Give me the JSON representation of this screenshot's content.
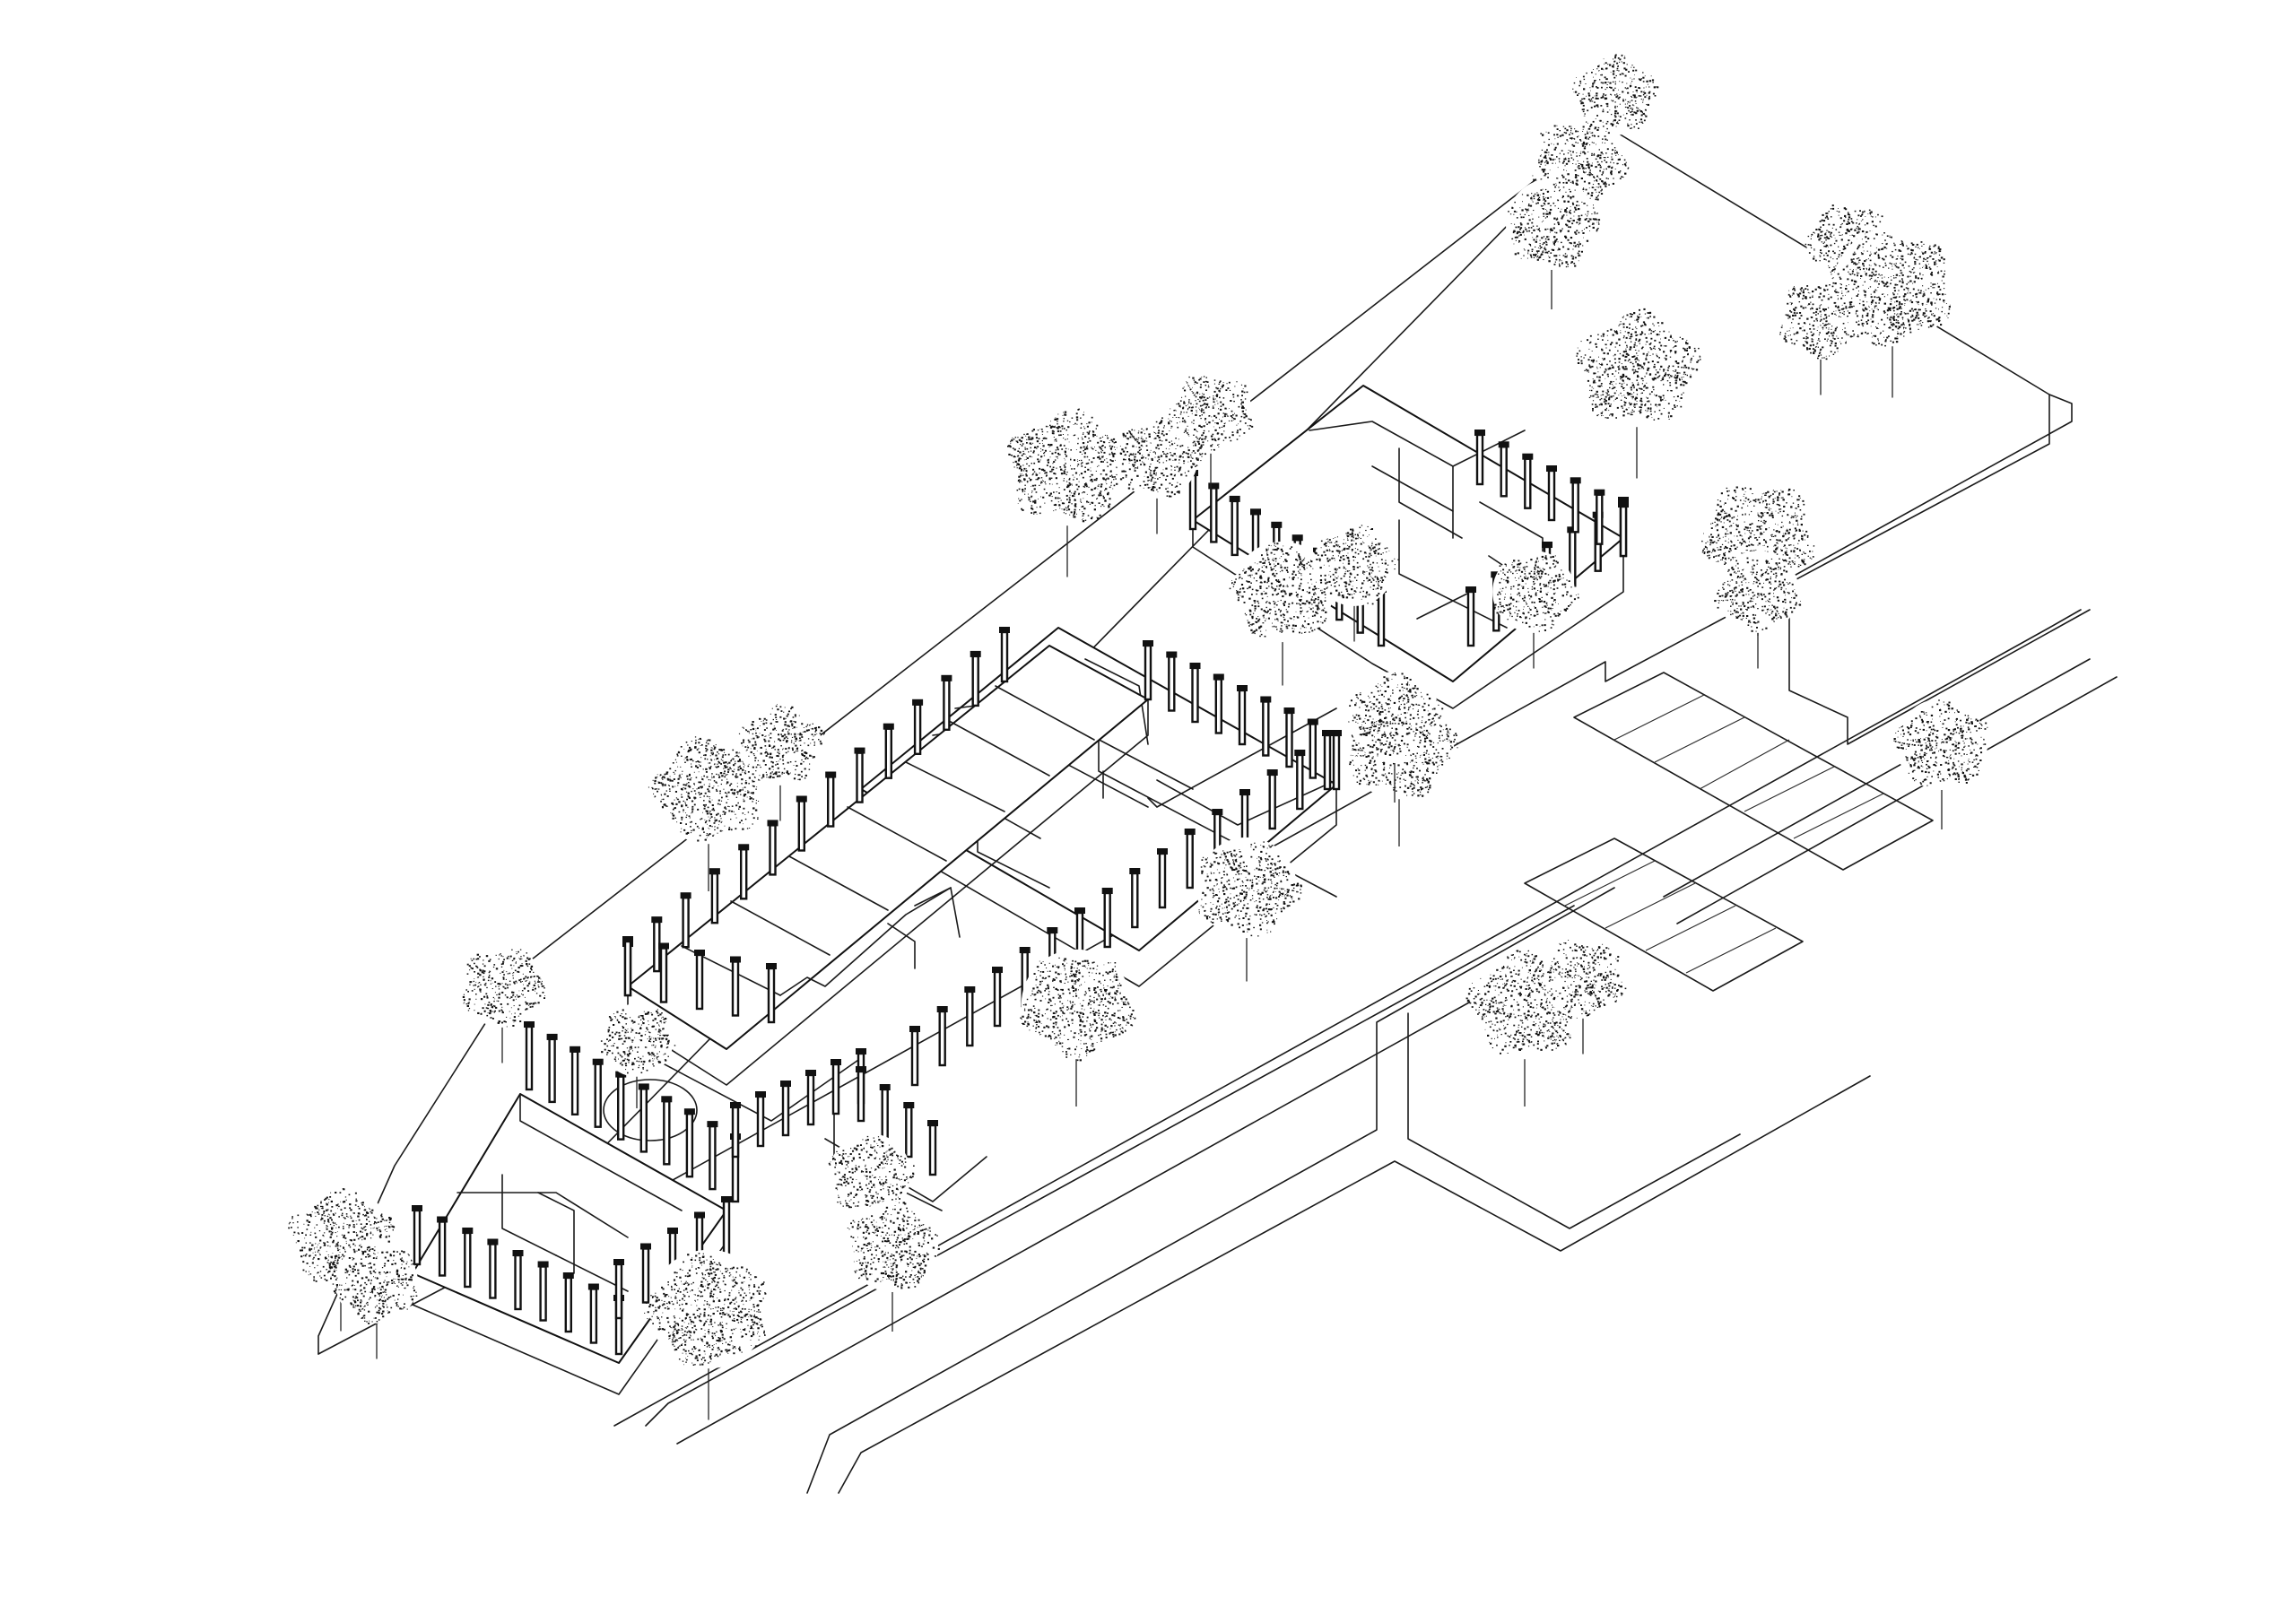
{
  "drawing": {
    "type": "axonometric-site-plan",
    "background": "#ffffff",
    "ink": "#111111",
    "labels": []
  },
  "elements": {
    "site_boundary": "site-boundary",
    "road": "road",
    "parking_lots": 2,
    "building_wings": 4,
    "trees": 26
  }
}
